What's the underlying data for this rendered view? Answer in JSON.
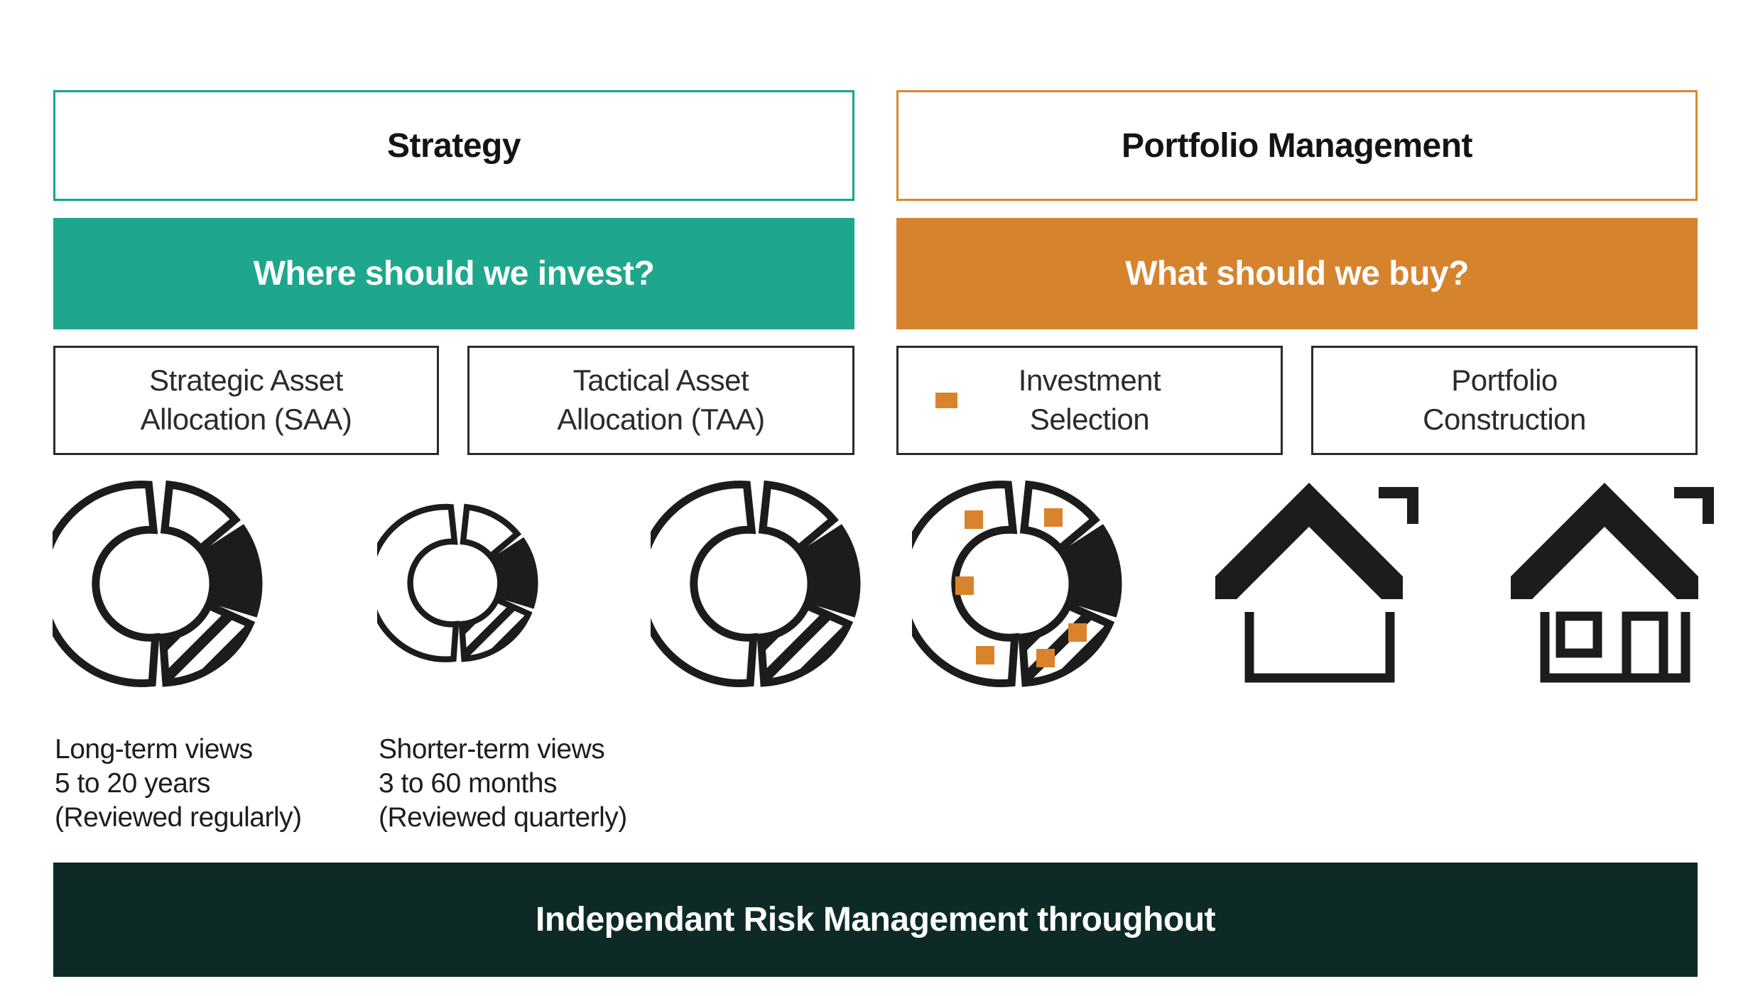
{
  "colors": {
    "teal_fill": "#1EA78C",
    "teal_border": "#14A593",
    "orange_fill": "#D6832E",
    "orange_border": "#D9892F",
    "marker_orange": "#D9832D",
    "footer_dark_green": "#0D2A26",
    "icon_ink": "#1C1C1C"
  },
  "strategy": {
    "header": "Strategy",
    "question": "Where should we invest?",
    "saa": {
      "line1": "Strategic Asset",
      "line2": "Allocation (SAA)"
    },
    "taa": {
      "line1": "Tactical Asset",
      "line2": "Allocation (TAA)"
    },
    "saa_note": {
      "line1": "Long-term views",
      "line2": "5 to 20 years",
      "line3": "(Reviewed regularly)"
    },
    "taa_note": {
      "line1": "Shorter-term views",
      "line2": "3 to 60 months",
      "line3": "(Reviewed quarterly)"
    }
  },
  "portfolio": {
    "header": "Portfolio Management",
    "question": "What should we buy?",
    "selection": {
      "line1": "Investment",
      "line2": "Selection"
    },
    "construction": {
      "line1": "Portfolio",
      "line2": "Construction"
    }
  },
  "footer": {
    "label": "Independant Risk Management throughout"
  },
  "icons": {
    "saa": "donut-chart-icon",
    "taa": "donut-chart-small-icon",
    "allocation": "donut-chart-icon",
    "selection": "donut-chart-securities-icon",
    "frame": "house-frame-icon",
    "complete": "house-complete-icon"
  }
}
